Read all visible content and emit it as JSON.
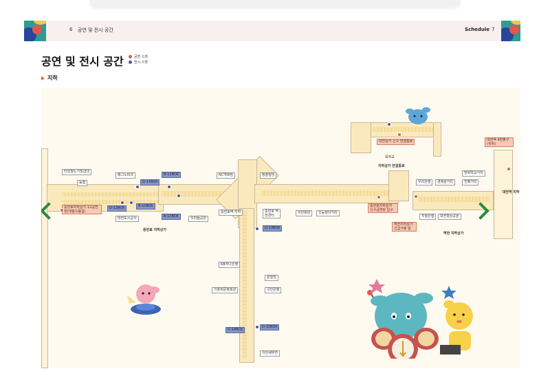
{
  "header": {
    "page_left": "6",
    "section_title": "공연 및 전시 공간",
    "schedule_label": "Schedule",
    "page_right": "7"
  },
  "title": "공연 및 전시 공간",
  "legend": {
    "items": [
      {
        "label": "공연 스팟",
        "color": "#c0675a"
      },
      {
        "label": "전시 스팟",
        "color": "#4a5a9a"
      }
    ]
  },
  "subtitle": "지하",
  "map": {
    "areas": {
      "central": "중앙로 지하상가",
      "connection": "지하상가 연결통로",
      "station": "역전 지하상가",
      "daejeon_station": "대전역 지하"
    },
    "labels": {
      "l01": "타임월드기빙샵대",
      "l02": "농협",
      "l03": "매그노파크",
      "l04": "D-11BOX",
      "l05": "B-11BOX",
      "l06": "D-12BOX",
      "l07": "B-10BOX",
      "l08": "대전도시공사",
      "l09": "중앙로지하상가 12공연장(대흥으뜸길)",
      "l10": "NC백화점",
      "l11": "청솔빌딩",
      "l12": "B-13BOX",
      "l13": "우리들공원",
      "l14": "중앙로역 지하",
      "l15": "중앙로 역전센터",
      "l16": "D-13BOX",
      "l17": "이안화원",
      "l18": "으능정이거리",
      "l19": "중앙로지하상가 신구공연장 입구",
      "l20": "목척교",
      "l21": "대전상가 신구 연결통로",
      "l22": "우리은행",
      "l23": "경제살거리",
      "l24": "방화학교거리",
      "l25": "진패거리",
      "l26": "대전역 4번출구(지하)",
      "l27": "역전지하상가 긴급가베 앞",
      "l28": "지질은행",
      "l29": "대전형상공원",
      "l30": "KB하나은행",
      "l31": "원빌딩",
      "l32": "기톨릭문화회관",
      "l33": "국민은행",
      "l34": "D-14BOX",
      "l35": "D-15BOX",
      "l36": "이안세무연"
    }
  },
  "colors": {
    "corridor": "#fae9bd",
    "exhibit_label": "#8497c8",
    "perform_label": "#f3c9b8",
    "nav_arrow": "#2a8a3a"
  },
  "icons": {
    "prev": "chevron-left-icon",
    "next": "chevron-right-icon"
  }
}
